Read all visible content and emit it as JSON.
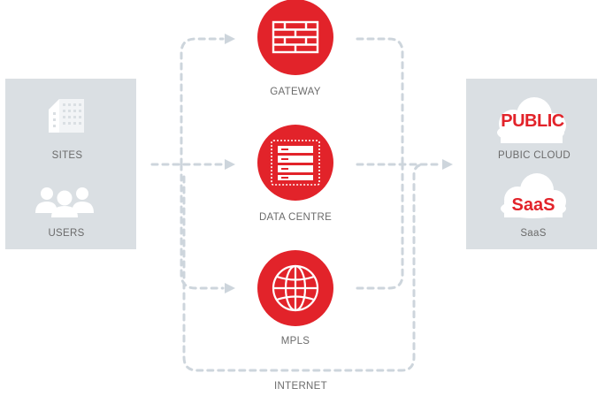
{
  "left_panel": {
    "sites_label": "SITES",
    "users_label": "USERS",
    "sites_icon": "building-icon",
    "users_icon": "users-group-icon"
  },
  "nodes": {
    "gateway": {
      "label": "GATEWAY",
      "icon": "firewall-brick-icon"
    },
    "data_centre": {
      "label": "DATA CENTRE",
      "icon": "server-rack-icon"
    },
    "mpls": {
      "label": "MPLS",
      "icon": "globe-icon"
    }
  },
  "right_panel": {
    "public_badge": "PUBLIC",
    "public_label": "PUBIC CLOUD",
    "saas_badge": "SaaS",
    "saas_label": "SaaS",
    "cloud_icon": "cloud-icon"
  },
  "internet_label": "INTERNET",
  "colors": {
    "accent_red": "#e2232a",
    "panel_gray": "#dadfe3",
    "connector": "#cdd5dc",
    "text_gray": "#6b6b6b"
  }
}
